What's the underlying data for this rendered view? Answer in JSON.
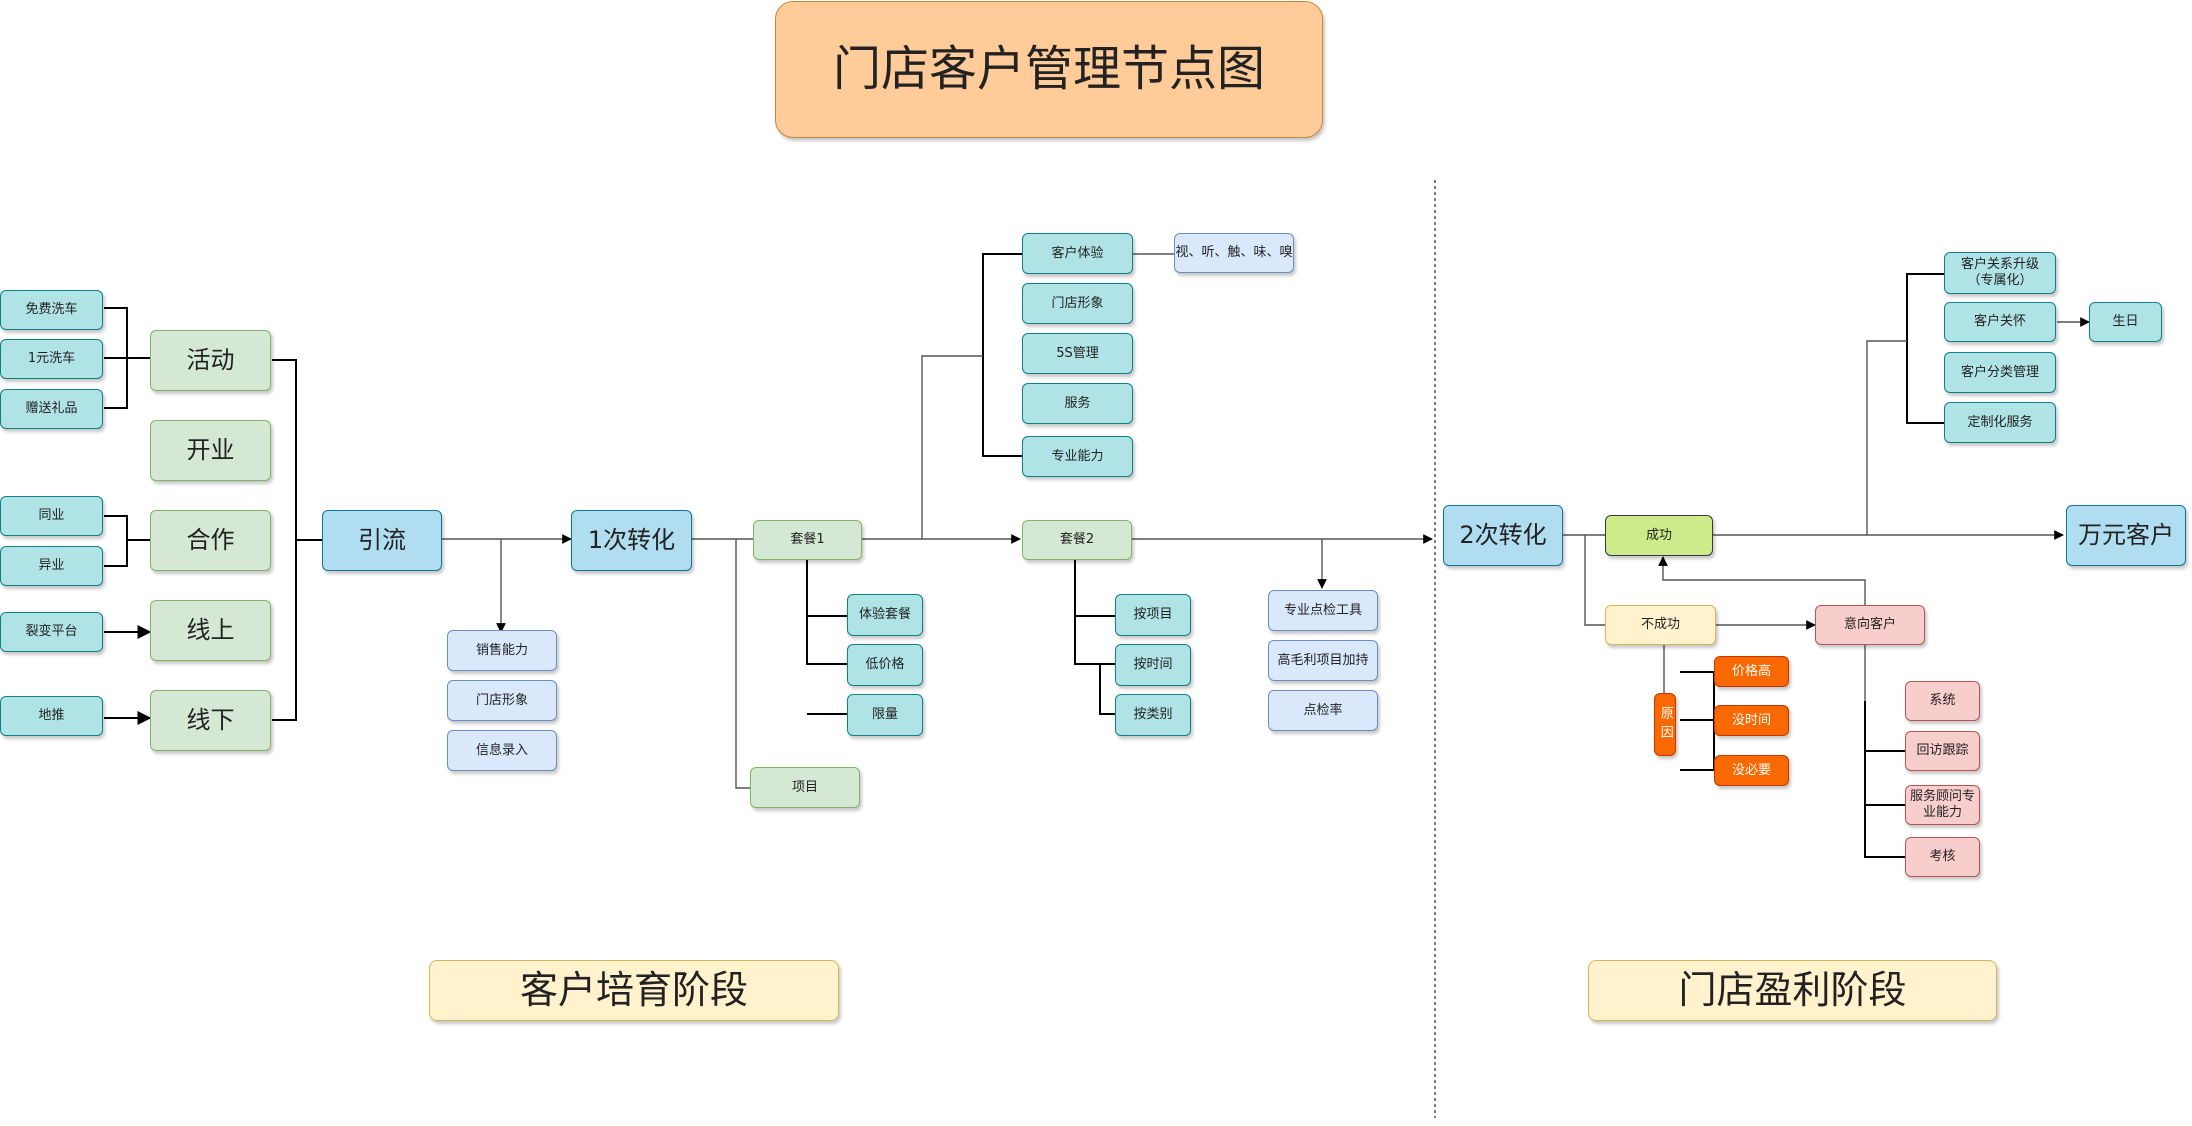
{
  "title": "门店客户管理节点图",
  "stages": {
    "left": "客户培育阶段",
    "right": "门店盈利阶段"
  },
  "sources": {
    "free_wash": "免费洗车",
    "one_yuan_wash": "1元洗车",
    "gift": "赠送礼品",
    "same_trade": "同业",
    "cross_trade": "异业",
    "fission": "裂变平台",
    "ground_push": "地推"
  },
  "channels": {
    "activity": "活动",
    "opening": "开业",
    "cooperation": "合作",
    "online": "线上",
    "offline": "线下"
  },
  "flow": {
    "traffic": "引流",
    "conv1": "1次转化",
    "conv2": "2次转化",
    "vip": "万元客户"
  },
  "traffic_skills": [
    "销售能力",
    "门店形象",
    "信息录入"
  ],
  "package1": {
    "label": "套餐1",
    "items": [
      "体验套餐",
      "低价格",
      "限量"
    ]
  },
  "project": "项目",
  "package2": {
    "label": "套餐2",
    "items": [
      "按项目",
      "按时间",
      "按类别"
    ]
  },
  "experience": {
    "items": [
      "客户体验",
      "门店形象",
      "5S管理",
      "服务",
      "专业能力"
    ],
    "senses": "视、听、触、味、嗅"
  },
  "inspection": [
    "专业点检工具",
    "高毛利项目加持",
    "点检率"
  ],
  "relations": {
    "items": [
      "客户关系升级（专属化）",
      "客户关怀",
      "客户分类管理",
      "定制化服务"
    ],
    "birthday": "生日"
  },
  "outcome": {
    "success": "成功",
    "fail": "不成功",
    "intent": "意向客户",
    "reason": "原因",
    "reasons": [
      "价格高",
      "没时间",
      "没必要"
    ],
    "intent_items": [
      "系统",
      "回访跟踪",
      "服务顾问专业能力",
      "考核"
    ]
  },
  "colors": {
    "teal": "#b0e3e6",
    "green": "#d5e8d4",
    "blue": "#b1ddf0",
    "light_blue": "#dae8fc",
    "lime": "#cdeb8b",
    "cream": "#fff2cc",
    "pink": "#f8cecc",
    "orange": "#fa6800",
    "title": "#ffcc99"
  }
}
